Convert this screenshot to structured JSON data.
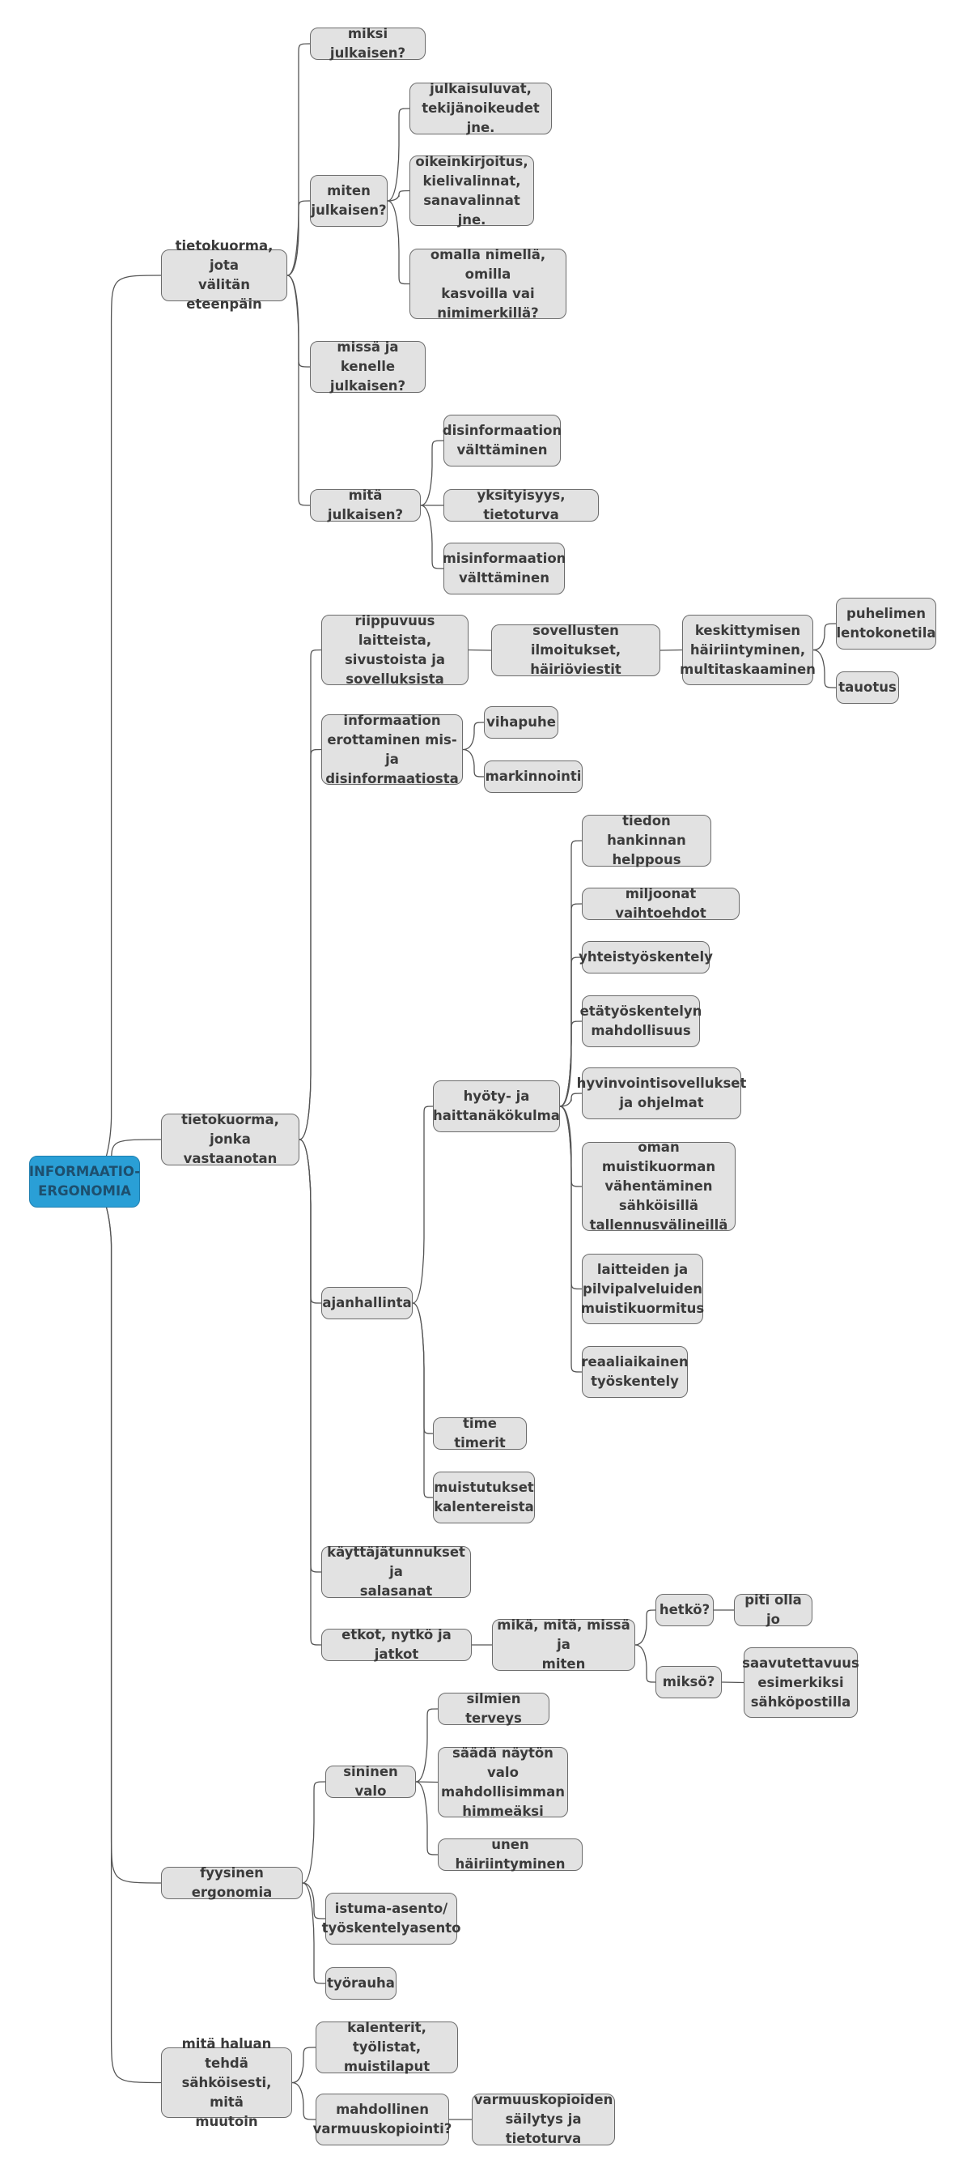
{
  "mindmap": {
    "root": "INFORMAATIO-\nERGONOMIA",
    "n01": "tietokuorma, jota\nvälitän eteenpäin",
    "n02": "miksi julkaisen?",
    "n03": "miten\njulkaisen?",
    "n04": "julkaisuluvat,\ntekijänoikeudet jne.",
    "n05": "oikeinkirjoitus,\nkielivalinnat,\nsanavalinnat jne.",
    "n06": "omalla nimellä, omilla\nkasvoilla vai\nnimimerkillä?",
    "n07": "missä ja kenelle\njulkaisen?",
    "n08": "mitä julkaisen?",
    "n09": "disinformaation\nvälttäminen",
    "n10": "yksityisyys, tietoturva",
    "n11": "misinformaation\nvälttäminen",
    "n12": "tietokuorma, jonka\nvastaanotan",
    "n13": "riippuvuus laitteista,\nsivustoista ja\nsovelluksista",
    "n14": "sovellusten ilmoitukset,\nhäiriöviestit",
    "n15": "keskittymisen\nhäiriintyminen,\nmultitaskaaminen",
    "n16": "puhelimen\nlentokonetila",
    "n17": "tauotus",
    "n18": "informaation\nerottaminen mis- ja\ndisinformaatiosta",
    "n19": "vihapuhe",
    "n20": "markinnointi",
    "n21": "ajanhallinta",
    "n22": "hyöty- ja\nhaittanäkökulma",
    "n23": "tiedon hankinnan\nhelppous",
    "n24": "miljoonat vaihtoehdot",
    "n25": "yhteistyöskentely",
    "n26": "etätyöskentelyn\nmahdollisuus",
    "n27": "hyvinvointisovellukset\nja ohjelmat",
    "n28": "oman muistikuorman\nvähentäminen\nsähköisillä\ntallennusvälineillä",
    "n29": "laitteiden ja\npilvipalveluiden\nmuistikuormitus",
    "n30": "reaaliaikainen\ntyöskentely",
    "n31": "time timerit",
    "n32": "muistutukset\nkalentereista",
    "n33": "käyttäjätunnukset ja\nsalasanat",
    "n34": "etkot, nytkö ja jatkot",
    "n35": "mikä, mitä, missä ja\nmiten",
    "n36": "hetkö?",
    "n37": "piti olla jo",
    "n38": "miksö?",
    "n39": "saavutettavuus\nesimerkiksi\nsähköpostilla",
    "n40": "fyysinen ergonomia",
    "n41": "sininen valo",
    "n42": "silmien terveys",
    "n43": "säädä näytön valo\nmahdollisimman\nhimmeäksi",
    "n44": "unen häiriintyminen",
    "n45": "istuma-asento/\ntyöskentelyasento",
    "n46": "työrauha",
    "n47": "mitä haluan tehdä\nsähköisesti, mitä\nmuutoin",
    "n48": "kalenterit, työlistat,\nmuistilaput",
    "n49": "mahdollinen\nvarmuuskopiointi?",
    "n50": "varmuuskopioiden\nsäilytys ja tietoturva"
  },
  "colors": {
    "root_fill": "#2a9fd6",
    "node_fill": "#e2e2e2",
    "edge": "#555555"
  }
}
